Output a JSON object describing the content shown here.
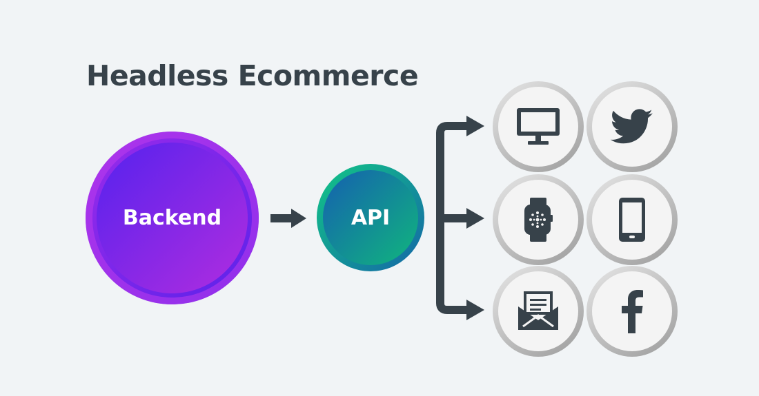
{
  "title": "Headless Ecommerce",
  "nodes": {
    "backend": "Backend",
    "api": "API"
  },
  "channels": [
    {
      "icon": "desktop-monitor-icon"
    },
    {
      "icon": "twitter-bird-icon"
    },
    {
      "icon": "smartwatch-icon"
    },
    {
      "icon": "smartphone-icon"
    },
    {
      "icon": "email-envelope-icon"
    },
    {
      "icon": "facebook-icon"
    }
  ],
  "colors": {
    "background": "#f1f4f6",
    "text": "#37424a",
    "backend_purple": "#7a25e8",
    "api_blue": "#1466a8",
    "api_green": "#12c686"
  }
}
